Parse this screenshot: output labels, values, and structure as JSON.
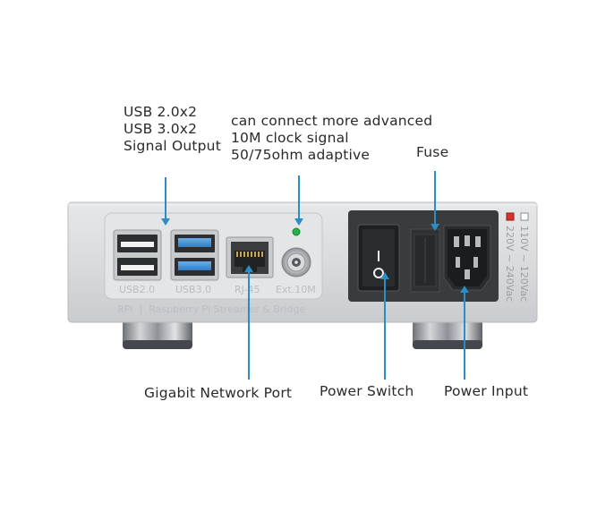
{
  "callouts": {
    "usb": [
      "USB 2.0x2",
      "USB 3.0x2",
      "Signal Output"
    ],
    "clock": [
      "can connect more advanced",
      "10M clock signal",
      "50/75ohm adaptive"
    ],
    "fuse": "Fuse",
    "network": "Gigabit Network Port",
    "power_switch": "Power Switch",
    "power_input": "Power Input"
  },
  "port_labels": {
    "usb2": "USB2.0",
    "usb3": "USB3.0",
    "rj45": "RJ-45",
    "ext": "Ext.10M"
  },
  "brand_label": "RPI  |  Raspberry Pi Streamer & Bridge",
  "voltage": {
    "line1": "110V ~ 120Vac",
    "line2": "220V ~ 240Vac"
  },
  "colors": {
    "leader": "#2a8dc4",
    "chassis": "#d8dadc",
    "usb3_blue": "#3d8fd6",
    "led_green": "#27b34a",
    "voltage_red": "#d9322d"
  },
  "icons": [
    "usb-port-icon",
    "ethernet-port-icon",
    "bnc-connector-icon",
    "rocker-switch-icon",
    "iec-power-inlet-icon"
  ]
}
